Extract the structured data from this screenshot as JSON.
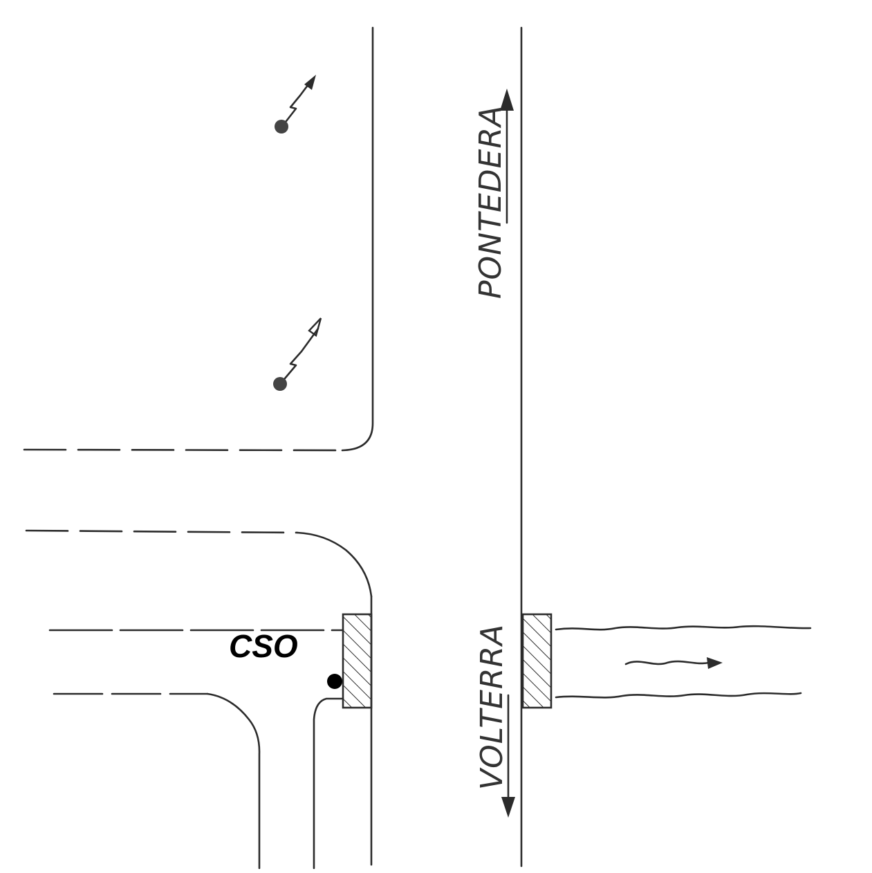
{
  "labels": {
    "cso": "CSO",
    "pontedera": "PONTEDERA",
    "volterra": "VOLTERRA"
  },
  "colors": {
    "ink": "#2b2b2b",
    "cso_text": "#000000",
    "background": "#ffffff"
  }
}
